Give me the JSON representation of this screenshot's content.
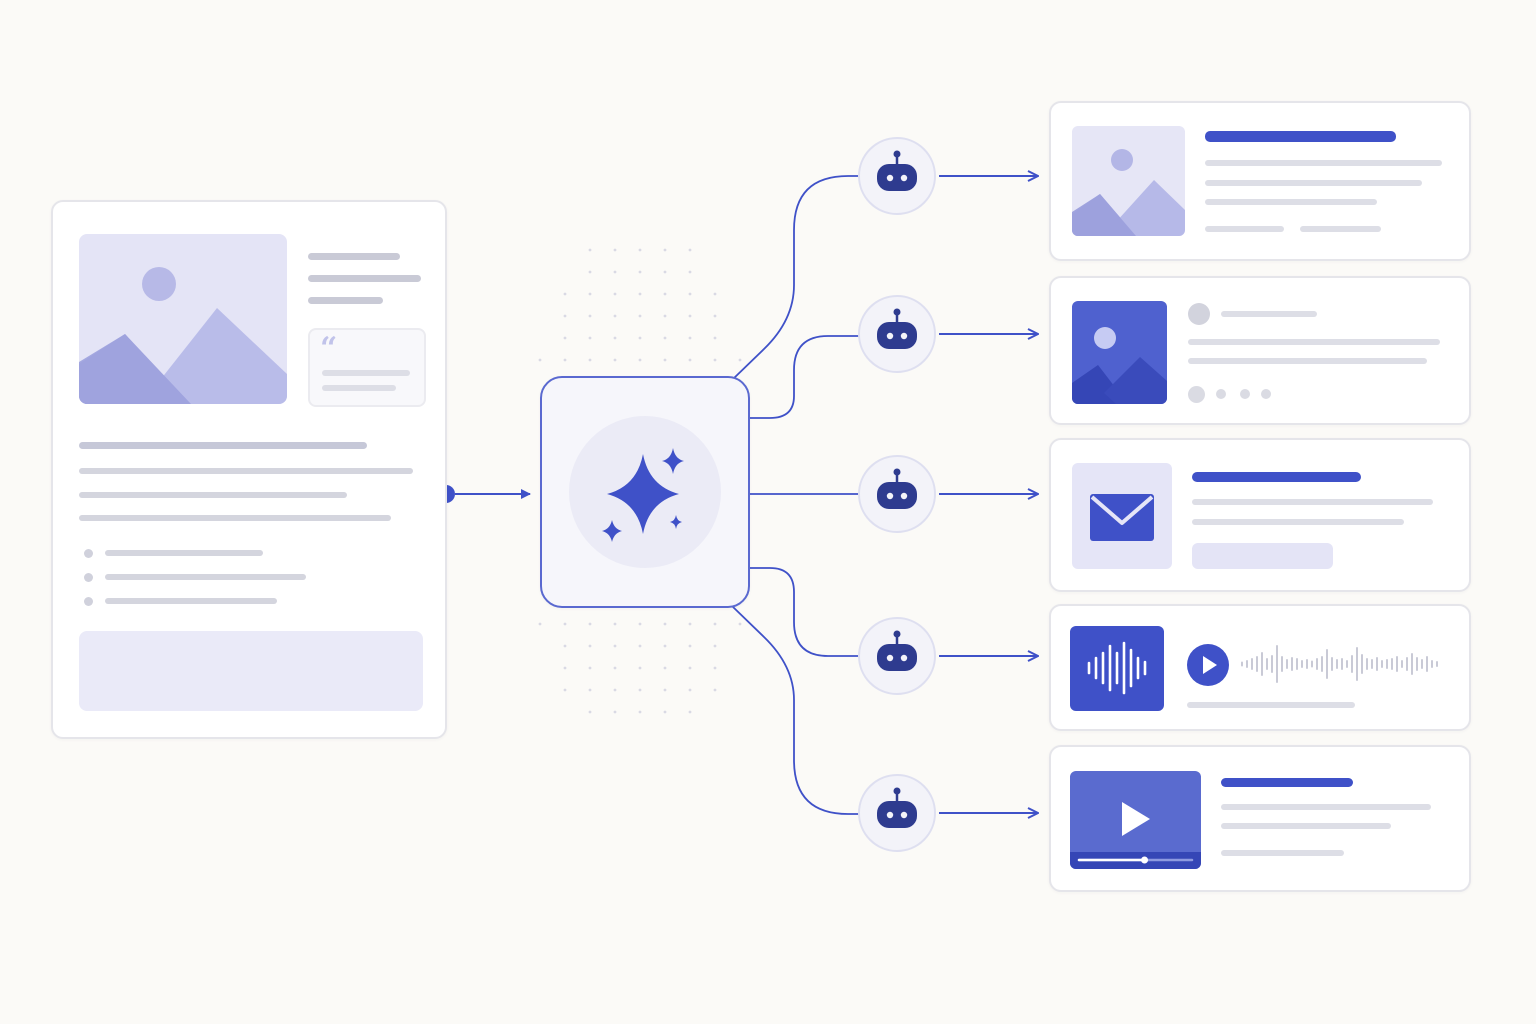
{
  "colors": {
    "accent": "#3f51c8",
    "accent_dark": "#2e3b8f",
    "accent_light": "#e6e7f8",
    "placeholder_bar": "#d4d5de",
    "background": "#fbfaf7"
  },
  "source_document": {
    "kind": "article",
    "elements": [
      "hero-image",
      "quote-block",
      "text-lines",
      "bullet-list",
      "footer-block"
    ],
    "quote_glyph": "“",
    "bullet_count": 3
  },
  "hub": {
    "icon": "sparkles-icon"
  },
  "agents": [
    {
      "icon": "robot-icon"
    },
    {
      "icon": "robot-icon"
    },
    {
      "icon": "robot-icon"
    },
    {
      "icon": "robot-icon"
    },
    {
      "icon": "robot-icon"
    }
  ],
  "outputs": [
    {
      "kind": "article-card",
      "icon": "image-icon"
    },
    {
      "kind": "social-post",
      "icon": "image-icon"
    },
    {
      "kind": "email",
      "icon": "mail-icon"
    },
    {
      "kind": "audio",
      "icon": "waveform-icon",
      "play_icon": "play-icon"
    },
    {
      "kind": "video",
      "icon": "video-play-icon",
      "progress": 0.58
    }
  ]
}
